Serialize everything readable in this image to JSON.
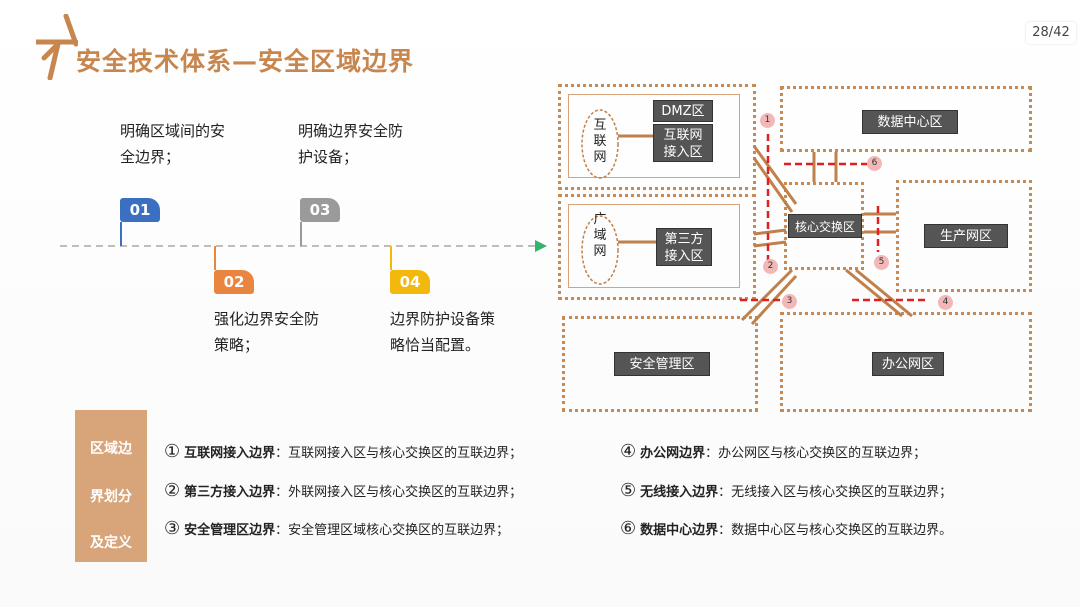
{
  "slide": {
    "title": "安全技术体系—安全区域边界",
    "page": "28/42"
  },
  "timeline": {
    "items": [
      {
        "num": "01",
        "line1": "明确区域间的安",
        "line2": "全边界；",
        "color": "#3a6fc2"
      },
      {
        "num": "02",
        "line1": "强化边界安全防",
        "line2": "策略；",
        "color": "#e9853f"
      },
      {
        "num": "03",
        "line1": "明确边界安全防",
        "line2": "护设备；",
        "color": "#9a9a9a"
      },
      {
        "num": "04",
        "line1": "边界防护设备策",
        "line2": "略恰当配置。",
        "color": "#f2b90c"
      }
    ]
  },
  "diagram": {
    "internet": "互\n联\n网",
    "wan": "广\n域\n网",
    "dmz": "DMZ区",
    "internet_access": "互联网\n接入区",
    "third_party": "第三方\n接入区",
    "core": "核心交换区",
    "datacenter": "数据中心区",
    "production": "生产网区",
    "security_mgmt": "安全管理区",
    "office": "办公网区",
    "markers": [
      "1",
      "2",
      "3",
      "4",
      "5",
      "6"
    ]
  },
  "legend": {
    "side": [
      "区域边",
      "界划分",
      "及定义"
    ],
    "left": [
      {
        "n": "①",
        "name": "互联网接入边界",
        "desc": "：互联网接入区与核心交换区的互联边界；"
      },
      {
        "n": "②",
        "name": "第三方接入边界",
        "desc": "：外联网接入区与核心交换区的互联边界；"
      },
      {
        "n": "③",
        "name": "安全管理区边界",
        "desc": "：安全管理区域核心交换区的互联边界；"
      }
    ],
    "right": [
      {
        "n": "④",
        "name": "办公网边界",
        "desc": "：办公网区与核心交换区的互联边界；"
      },
      {
        "n": "⑤",
        "name": "无线接入边界",
        "desc": "：无线接入区与核心交换区的互联边界；"
      },
      {
        "n": "⑥",
        "name": "数据中心边界",
        "desc": "：数据中心区与核心交换区的互联边界。"
      }
    ]
  },
  "colors": {
    "accent": "#c8864f",
    "line": "#c0804b",
    "dash": "#e02020"
  }
}
